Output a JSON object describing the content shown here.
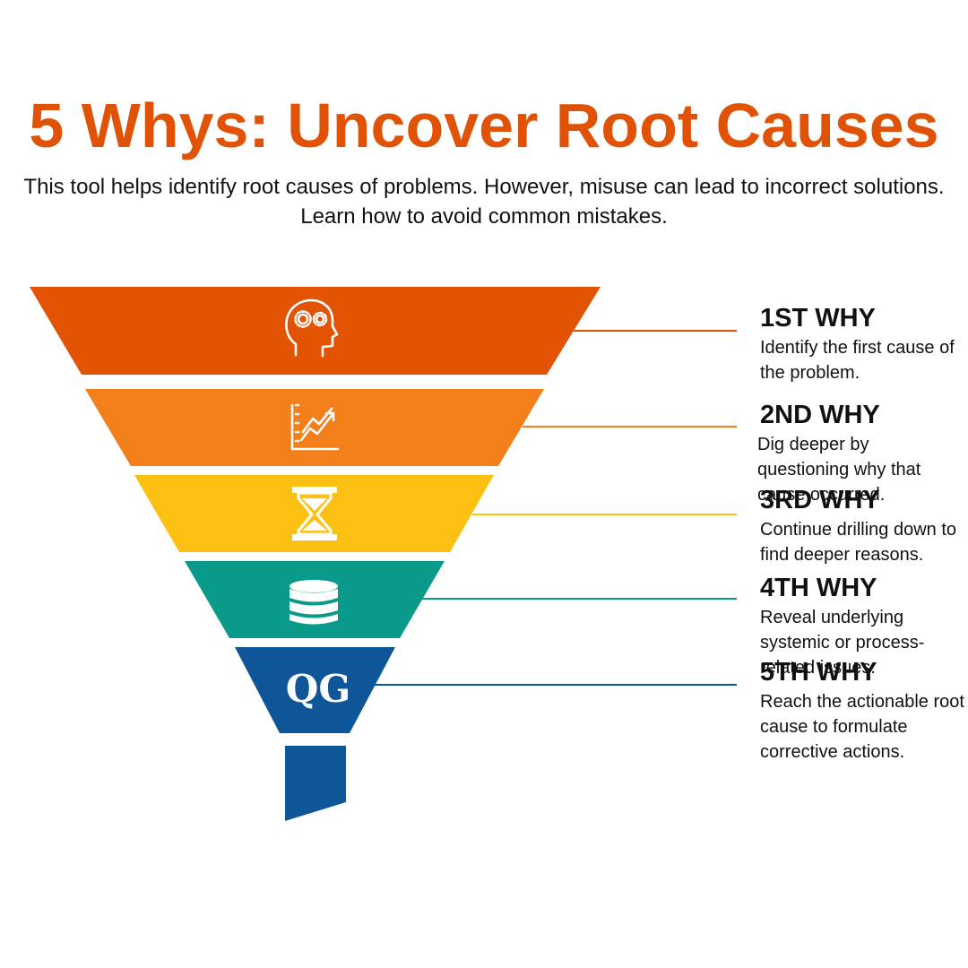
{
  "title": "5 Whys: Uncover Root Causes",
  "subtitle_lines": [
    "This tool helps identify root causes of problems. However, misuse can lead to incorrect solutions.",
    "Learn how to avoid common mistakes."
  ],
  "colors": {
    "title": "#e05306",
    "level1": "#e25303",
    "level2": "#f27f1a",
    "level3": "#fbc011",
    "level4": "#0a9a89",
    "level5": "#0e5697"
  },
  "steps": [
    {
      "heading": "1ST WHY",
      "description": "Identify the first cause of the problem.",
      "icon": "head-gears-icon"
    },
    {
      "heading": "2ND WHY",
      "description": "Dig deeper by questioning why that cause occurred.",
      "icon": "growth-chart-icon"
    },
    {
      "heading": "3RD WHY",
      "description": "Continue drilling down to find deeper reasons.",
      "icon": "hourglass-icon"
    },
    {
      "heading": "4TH WHY",
      "description": "Reveal underlying systemic or process-related issues.",
      "icon": "database-icon"
    },
    {
      "heading": "5TH WHY",
      "description": "Reach the actionable root cause to formulate corrective actions.",
      "icon": "qg-logo-icon"
    }
  ],
  "logo_text": "QG"
}
